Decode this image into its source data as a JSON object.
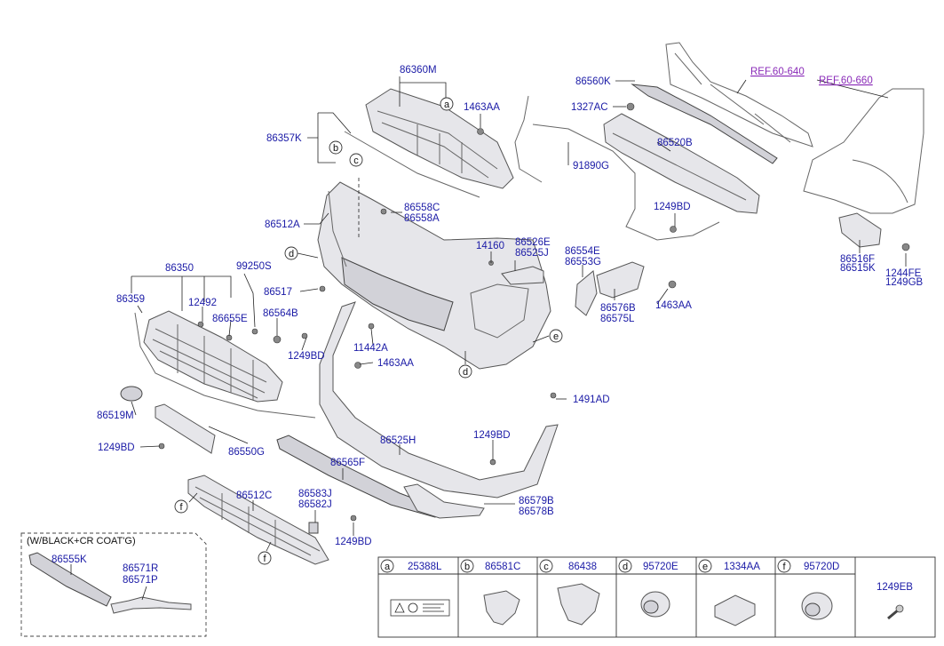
{
  "labels": {
    "p86360M": "86360M",
    "p1463AA_top": "1463AA",
    "p86357K": "86357K",
    "p86512A": "86512A",
    "p86558C": "86558C",
    "p86558A": "86558A",
    "p86560K": "86560K",
    "pRef640": "REF.60-640",
    "pRef660": "REF.60-660",
    "p1327AC": "1327AC",
    "p86520B": "86520B",
    "p91890G": "91890G",
    "p1249BD_right": "1249BD",
    "p14160": "14160",
    "p86526E": "86526E",
    "p86525J": "86525J",
    "p86554E": "86554E",
    "p86553G": "86553G",
    "p86576B": "86576B",
    "p86575L": "86575L",
    "p1463AA_right": "1463AA",
    "p86516F": "86516F",
    "p86515K": "86515K",
    "p1244FE": "1244FE",
    "p1249GB": "1249GB",
    "p86350": "86350",
    "p99250S": "99250S",
    "p86359": "86359",
    "p12492": "12492",
    "p86655E": "86655E",
    "p86517": "86517",
    "p86564B": "86564B",
    "p1249BD_mid": "1249BD",
    "p11442A": "11442A",
    "p1463AA_mid": "1463AA",
    "p86519M": "86519M",
    "p1249BD_left": "1249BD",
    "p86550G": "86550G",
    "p1491AD": "1491AD",
    "p86525H": "86525H",
    "p1249BD_low": "1249BD",
    "p86565F": "86565F",
    "p86512C": "86512C",
    "p86583J": "86583J",
    "p86582J": "86582J",
    "p86579B": "86579B",
    "p86578B": "86578B",
    "p1249BD_bottom": "1249BD",
    "p86555K": "86555K",
    "p86571R": "86571R",
    "p86571P": "86571P"
  },
  "callouts": {
    "a": "a",
    "b": "b",
    "c": "c",
    "d": "d",
    "e": "e",
    "f": "f"
  },
  "inset_note": "(W/BLACK+CR COAT'G)",
  "legend": [
    {
      "letter": "a",
      "part": "25388L"
    },
    {
      "letter": "b",
      "part": "86581C"
    },
    {
      "letter": "c",
      "part": "86438"
    },
    {
      "letter": "d",
      "part": "95720E"
    },
    {
      "letter": "e",
      "part": "1334AA"
    },
    {
      "letter": "f",
      "part": "95720D"
    },
    {
      "letter": "",
      "part": "1249EB"
    }
  ],
  "colors": {
    "label": "#1a1aa6",
    "reference": "#8a2bb8",
    "part_fill": "#e6e6ea",
    "outline": "#555555"
  }
}
